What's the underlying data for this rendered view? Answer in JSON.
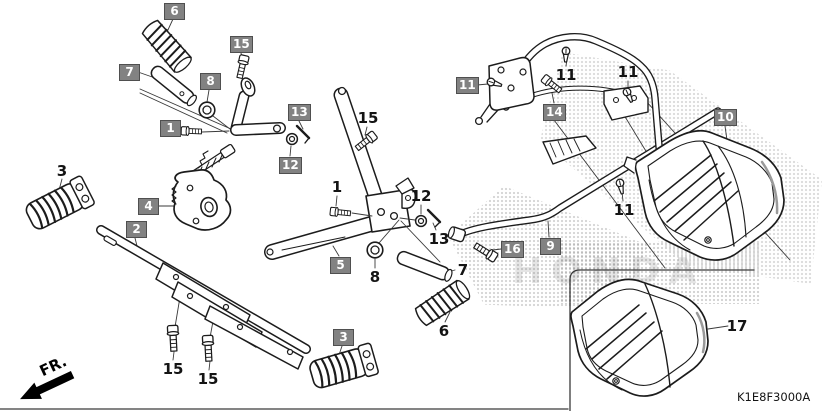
{
  "diagram": {
    "code": "K1E8F3000A",
    "direction_label": "FR.",
    "watermark": "HONDA"
  },
  "callouts": {
    "boxed": [
      {
        "text": "6"
      },
      {
        "text": "15"
      },
      {
        "text": "7"
      },
      {
        "text": "8"
      },
      {
        "text": "1"
      },
      {
        "text": "13"
      },
      {
        "text": "12"
      },
      {
        "text": "4"
      },
      {
        "text": "2"
      },
      {
        "text": "5"
      },
      {
        "text": "3"
      },
      {
        "text": "11"
      },
      {
        "text": "14"
      },
      {
        "text": "10"
      },
      {
        "text": "16"
      },
      {
        "text": "9"
      }
    ],
    "plain": [
      {
        "text": "3"
      },
      {
        "text": "1"
      },
      {
        "text": "15"
      },
      {
        "text": "12"
      },
      {
        "text": "13"
      },
      {
        "text": "8"
      },
      {
        "text": "7"
      },
      {
        "text": "6"
      },
      {
        "text": "11"
      },
      {
        "text": "11"
      },
      {
        "text": "11"
      },
      {
        "text": "15"
      },
      {
        "text": "15"
      },
      {
        "text": "17"
      }
    ]
  }
}
